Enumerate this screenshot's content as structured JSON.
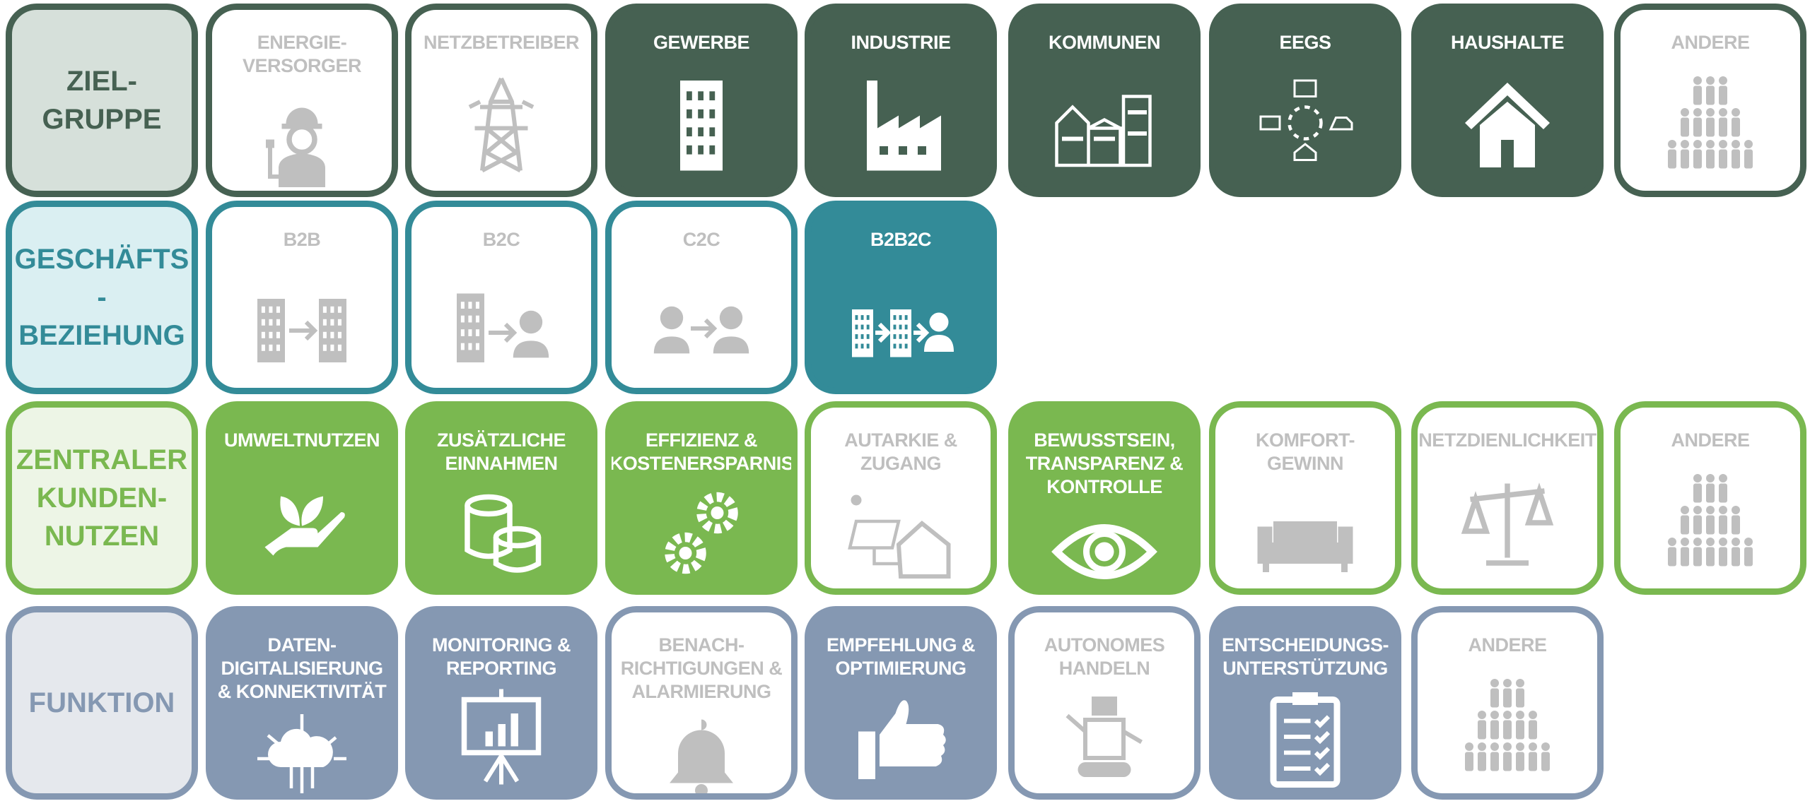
{
  "rows": [
    {
      "key": "zielgruppe",
      "label": "ZIEL-\nGRUPPE",
      "color": "#466152",
      "light": "#d6e0da",
      "tiles": [
        {
          "label": "ENERGIE-\nVERSORGER",
          "icon": "worker-icon",
          "active": false
        },
        {
          "label": "NETZBETREIBER",
          "icon": "pylon-icon",
          "active": false
        },
        {
          "label": "GEWERBE",
          "icon": "office-building-icon",
          "active": true
        },
        {
          "label": "INDUSTRIE",
          "icon": "factory-icon",
          "active": true
        },
        {
          "label": "KOMMUNEN",
          "icon": "town-icon",
          "active": true
        },
        {
          "label": "EEGS",
          "icon": "energy-community-icon",
          "active": true
        },
        {
          "label": "HAUSHALTE",
          "icon": "house-icon",
          "active": true
        },
        {
          "label": "ANDERE",
          "icon": "people-group-icon",
          "active": false
        }
      ]
    },
    {
      "key": "geschaeftsbeziehung",
      "label": "GESCHÄFTS\n-BEZIEHUNG",
      "color": "#338b98",
      "light": "#daeff2",
      "tiles": [
        {
          "label": "B2B",
          "icon": "b2b-icon",
          "active": false
        },
        {
          "label": "B2C",
          "icon": "b2c-icon",
          "active": false
        },
        {
          "label": "C2C",
          "icon": "c2c-icon",
          "active": false
        },
        {
          "label": "B2B2C",
          "icon": "b2b2c-icon",
          "active": true
        }
      ]
    },
    {
      "key": "kundennutzen",
      "label": "ZENTRALER\nKUNDEN-\nNUTZEN",
      "color": "#7ab850",
      "light": "#edf5e6",
      "tiles": [
        {
          "label": "UMWELTNUTZEN",
          "icon": "hand-plant-icon",
          "active": true
        },
        {
          "label": "ZUSÄTZLICHE\nEINNAHMEN",
          "icon": "coins-icon",
          "active": true
        },
        {
          "label": "EFFIZIENZ &\nKOSTENERSPARNIS",
          "icon": "gears-icon",
          "active": true
        },
        {
          "label": "AUTARKIE &\nZUGANG",
          "icon": "solar-house-icon",
          "active": false
        },
        {
          "label": "BEWUSSTSEIN,\nTRANSPARENZ &\nKONTROLLE",
          "icon": "eye-icon",
          "active": true
        },
        {
          "label": "KOMFORT-\nGEWINN",
          "icon": "sofa-icon",
          "active": false
        },
        {
          "label": "NETZDIENLICHKEIT",
          "icon": "scale-icon",
          "active": false
        },
        {
          "label": "ANDERE",
          "icon": "people-group-icon",
          "active": false
        }
      ]
    },
    {
      "key": "funktion",
      "label": "FUNKTION",
      "color": "#8598b2",
      "light": "#e5e8ed",
      "tiles": [
        {
          "label": "DATEN-\nDIGITALISIERUNG\n& KONNEKTIVITÄT",
          "icon": "cloud-network-icon",
          "active": true
        },
        {
          "label": "MONITORING &\nREPORTING",
          "icon": "presentation-chart-icon",
          "active": true
        },
        {
          "label": "BENACH-\nRICHTIGUNGEN &\nALARMIERUNG",
          "icon": "bell-icon",
          "active": false
        },
        {
          "label": "EMPFEHLUNG &\nOPTIMIERUNG",
          "icon": "thumbs-up-icon",
          "active": true
        },
        {
          "label": "AUTONOMES\nHANDELN",
          "icon": "robot-icon",
          "active": false
        },
        {
          "label": "ENTSCHEIDUNGS-\nUNTERSTÜTZUNG",
          "icon": "clipboard-checklist-icon",
          "active": true
        },
        {
          "label": "ANDERE",
          "icon": "people-group-icon",
          "active": false
        }
      ]
    }
  ],
  "inactive_color": "#bfbfbf"
}
